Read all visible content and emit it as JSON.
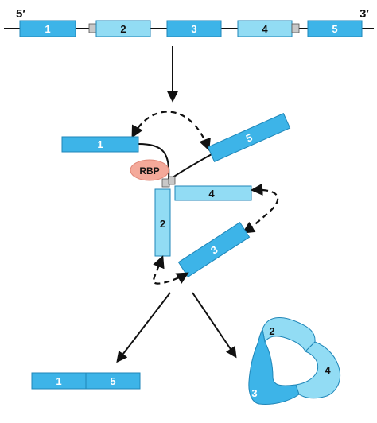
{
  "labels": {
    "five_prime": "5′",
    "three_prime": "3′",
    "rbp": "RBP"
  },
  "exons": {
    "e1": "1",
    "e2": "2",
    "e3": "3",
    "e4": "4",
    "e5": "5"
  },
  "colors": {
    "exon_dark": "#3db4e8",
    "exon_light": "#92dcf4",
    "exon_stroke": "#1f86b8",
    "rbp_fill": "#f4a99a",
    "splice_site": "#c8c8c8",
    "line": "#111111"
  }
}
